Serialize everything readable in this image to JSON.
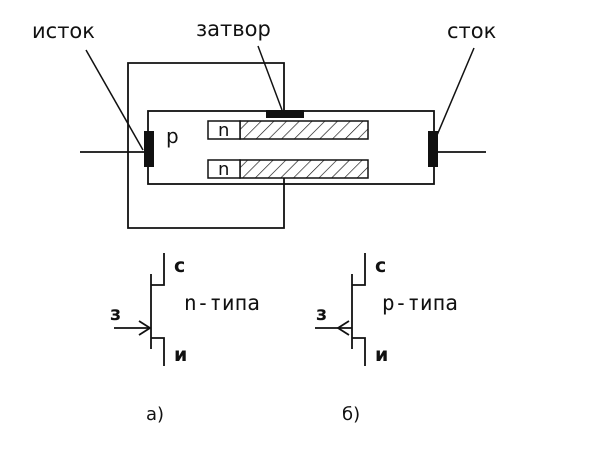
{
  "structure": {
    "source_label": "исток",
    "gate_label": "затвор",
    "drain_label": "сток",
    "p_region_label": "p",
    "n_region_top_label": "n",
    "n_region_bottom_label": "n"
  },
  "symbols": [
    {
      "gate_label": "з",
      "drain_label": "с",
      "source_label": "и",
      "type_label": "n-типа",
      "caption": "а)"
    },
    {
      "gate_label": "з",
      "drain_label": "с",
      "source_label": "и",
      "type_label": "p-типа",
      "caption": "б)"
    }
  ]
}
